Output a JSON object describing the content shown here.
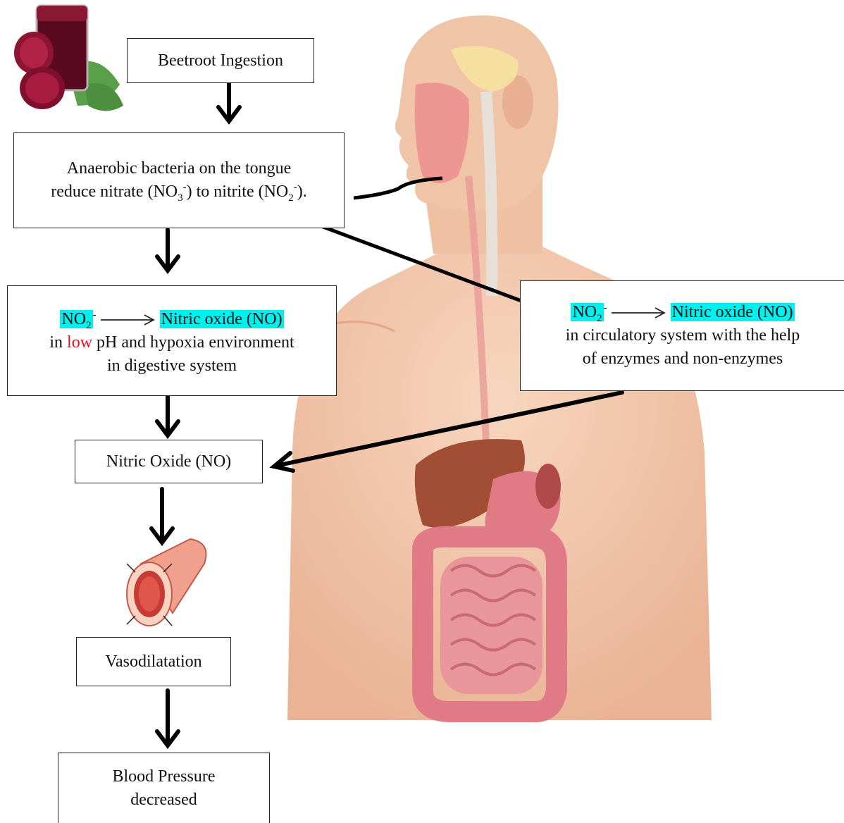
{
  "boxes": {
    "ingestion": {
      "label": "Beetroot Ingestion"
    },
    "bacteria": {
      "line1": "Anaerobic bacteria on the tongue",
      "line2_pre": "reduce nitrate (NO",
      "line2_sub1": "3",
      "line2_sup1": "-",
      "line2_mid": ") to nitrite (NO",
      "line2_sub2": "2",
      "line2_sup2": "-",
      "line2_end": ")."
    },
    "digestive": {
      "reactant": "NO",
      "reactant_sub": "2",
      "reactant_sup": "-",
      "product": "Nitric oxide (NO)",
      "line2_pre": "in ",
      "line2_low": "low",
      "line2_post": " pH and hypoxia environment",
      "line3": "in digestive system"
    },
    "circulatory": {
      "reactant": "NO",
      "reactant_sub": "2",
      "reactant_sup": "-",
      "product": "Nitric oxide (NO)",
      "line2": "in circulatory system with the help",
      "line3": "of enzymes and non-enzymes"
    },
    "nitric_oxide": {
      "label": "Nitric Oxide (NO)"
    },
    "vasodilatation": {
      "label": "Vasodilatation"
    },
    "blood_pressure": {
      "line1": "Blood Pressure",
      "line2": "decreased"
    }
  },
  "colors": {
    "highlight": "#00f0f0",
    "low_text": "#e0141e",
    "skin": "#f2c7a8",
    "beet": "#7a0f2a",
    "intestine": "#e58a8e",
    "liver": "#9c4a32"
  },
  "icons": [
    "beetroot-juice-icon",
    "human-anatomy-illustration",
    "blood-vessel-icon"
  ]
}
